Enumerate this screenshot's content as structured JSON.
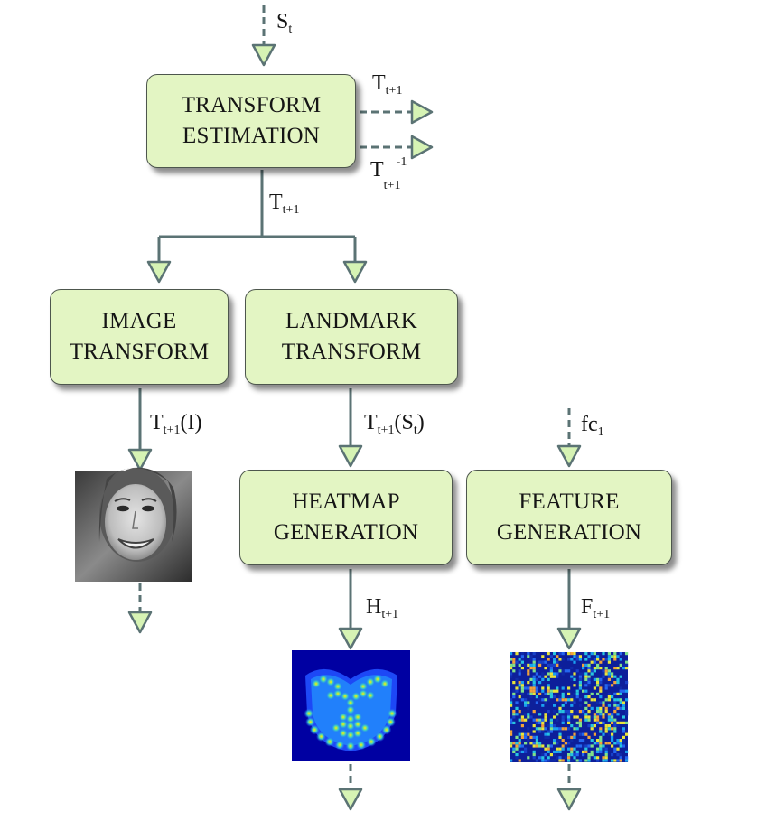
{
  "colors": {
    "box_fill": "#e3f5c3",
    "box_border": "#4d564d",
    "connector": "#5b7374",
    "arrowhead_fill": "#d6f3b4"
  },
  "boxes": {
    "transform_estimation": [
      "TRANSFORM",
      "ESTIMATION"
    ],
    "image_transform": [
      "IMAGE",
      "TRANSFORM"
    ],
    "landmark_transform": [
      "LANDMARK",
      "TRANSFORM"
    ],
    "heatmap_generation": [
      "HEATMAP",
      "GENERATION"
    ],
    "feature_generation": [
      "FEATURE",
      "GENERATION"
    ]
  },
  "labels": {
    "s_t": {
      "base": "S",
      "sub": "t"
    },
    "t_out_1": {
      "base": "T",
      "sub": "t+1"
    },
    "t_out_inverse": {
      "base": "T",
      "sub": "t+1",
      "sup": "-1"
    },
    "t_down": {
      "base": "T",
      "sub": "t+1"
    },
    "t_image": {
      "base": "T",
      "sub": "t+1",
      "suffix": "(I)"
    },
    "t_landmark": {
      "base": "T",
      "sub": "t+1",
      "open": "(S",
      "sub2": "t",
      "close": ")"
    },
    "fc": {
      "base": "fc",
      "sub": "1"
    },
    "h": {
      "base": "H",
      "sub": "t+1"
    },
    "f": {
      "base": "F",
      "sub": "t+1"
    }
  },
  "images": {
    "face": "face-photo",
    "heatmap": "landmark-heatmap",
    "feature": "feature-map"
  }
}
